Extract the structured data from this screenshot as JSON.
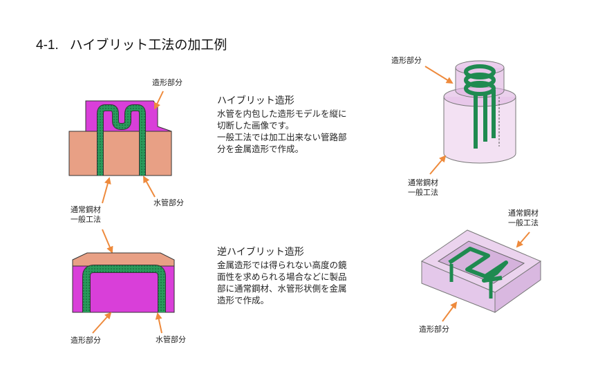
{
  "page": {
    "number": "4-1.",
    "title": "ハイブリット工法の加工例"
  },
  "hybrid": {
    "heading": "ハイブリット造形",
    "lines": [
      "水管を内包した造形モデルを縦に",
      "切断した画像です。",
      "一般工法では加工出来ない管路部",
      "分を金属造形で作成。"
    ],
    "diagram_labels": {
      "top": "造形部分",
      "water": "水管部分",
      "base_line1": "通常鋼材",
      "base_line2": "一般工法"
    },
    "model_labels": {
      "top": "造形部分",
      "base_line1": "通常鋼材",
      "base_line2": "一般工法"
    }
  },
  "reverse": {
    "heading": "逆ハイブリット造形",
    "lines": [
      "金属造形では得られない高度の鏡",
      "面性を求められる場合などに製品",
      "部に通常鋼材、水管形状側を金属",
      "造形で作成。"
    ],
    "diagram_labels": {
      "bottom": "造形部分",
      "water": "水管部分"
    },
    "model_labels": {
      "top_line1": "通常鋼材",
      "top_line2": "一般工法",
      "bottom": "造形部分"
    }
  },
  "colors": {
    "magenta": "#d93fd9",
    "salmon": "#e8a085",
    "pipe": "#2a9a5c",
    "arrow": "#ee8a3c",
    "translucent_pink": "#e9c8ea"
  }
}
